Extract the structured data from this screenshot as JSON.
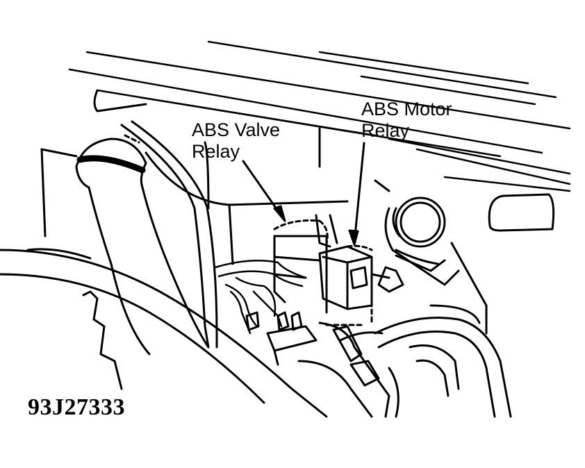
{
  "callouts": {
    "valve_relay": {
      "line1": "ABS Valve",
      "line2": "Relay"
    },
    "motor_relay": {
      "line1": "ABS Motor",
      "line2": "Relay"
    }
  },
  "figure_id": "93J27333",
  "colors": {
    "ink": "#000000",
    "paper": "#ffffff"
  }
}
